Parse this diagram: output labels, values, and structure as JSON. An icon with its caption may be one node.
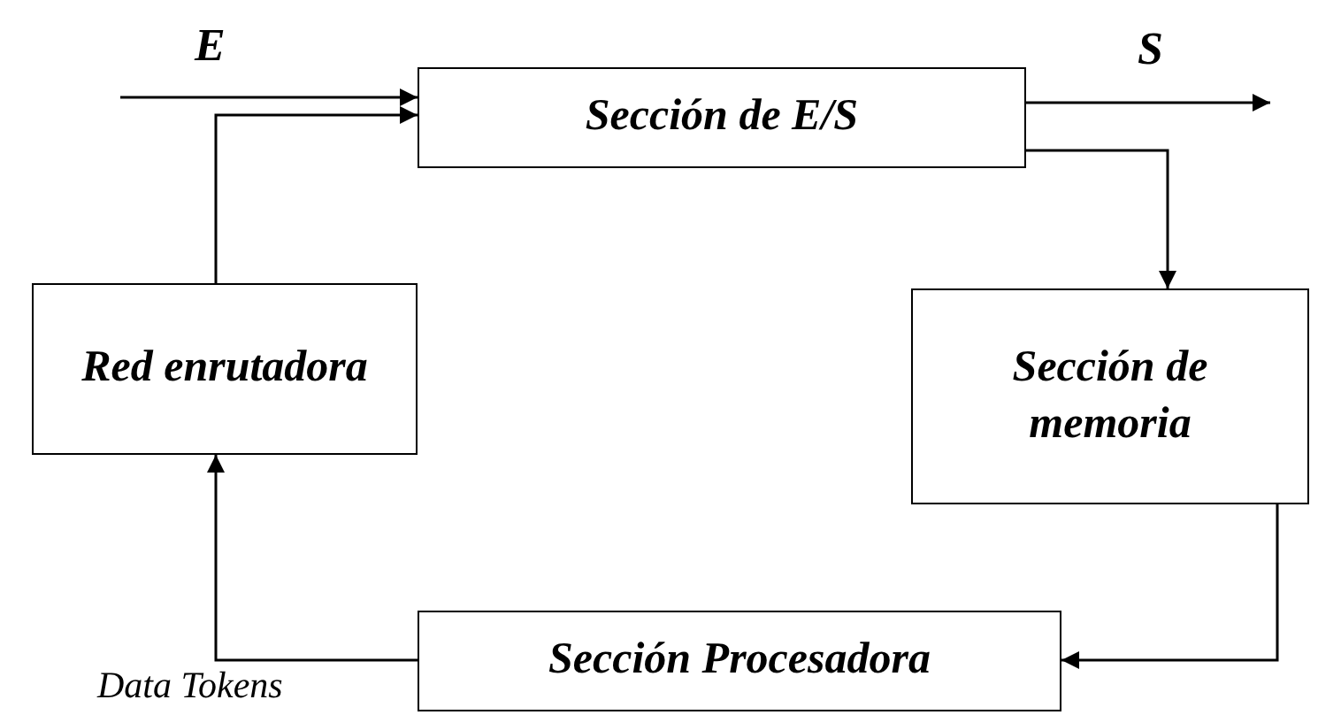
{
  "diagram": {
    "nodes": [
      {
        "text": [
          "Sección de E/S"
        ]
      },
      {
        "text": [
          "Red enrutadora"
        ]
      },
      {
        "text": [
          "Sección de memoria"
        ]
      },
      {
        "text": [
          "Sección Procesadora"
        ]
      }
    ],
    "edges": [
      {
        "from": null,
        "to": 0,
        "arrow": "to",
        "label": "E"
      },
      {
        "from": 0,
        "to": null,
        "arrow": "to",
        "label": "S"
      },
      {
        "from": 0,
        "to": 2,
        "arrow": "to"
      },
      {
        "from": 2,
        "to": 3,
        "arrow": "to"
      },
      {
        "from": 3,
        "to": 1,
        "arrow": "to",
        "label": "Data Tokens"
      },
      {
        "from": 1,
        "to": 0,
        "arrow": "to"
      }
    ]
  }
}
